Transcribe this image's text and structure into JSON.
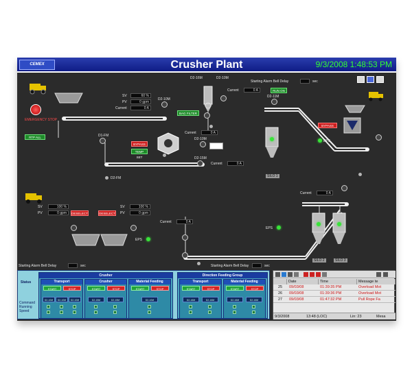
{
  "app": {
    "logo_text": "CEMEX",
    "title": "Crusher Plant",
    "clock": "9/3/2008 1:48:53 PM"
  },
  "top_icons": [
    "export-icon",
    "settings-icon",
    "print-icon"
  ],
  "crusher": {
    "emergency_label": "EMERGENCY STOP",
    "rtp_button": "RTP ALL",
    "sv_label": "SV",
    "pv_label": "PV",
    "current_label": "Current",
    "sv_value": "60 %",
    "pv_value": "0 gpm",
    "current_value": "0 A",
    "bypass_button": "BYPASS",
    "temp_button": "TEMP SET",
    "current2_value": "0 A",
    "tags": [
      "D2-10M",
      "D1-FM",
      "D2-10M",
      "D2-15M",
      "D2-FM",
      "D2-16M",
      "D2-10M",
      "D2-11M"
    ]
  },
  "silo_section": {
    "current_label": "Current",
    "current_value": "0 A",
    "running_button": "RUN ON",
    "bag_filter_button": "BAG FILTER",
    "bypass_button": "BYPASS",
    "eps_label": "EPS",
    "silo_labels": [
      "SILO 1",
      "SILO 2",
      "SILO 3"
    ],
    "alarm_delay_label": "Starting Alarm Bell Delay",
    "alarm_delay_unit": "sec"
  },
  "feeder": {
    "sv_value": "100 %",
    "pv_value": "0 gpm",
    "sv2_value": "100 %",
    "pv2_value": "0 gpm",
    "deselect_1": "DESELECT",
    "deselect_2": "DESELECT",
    "current_value": "0 A",
    "current_value2": "0 A",
    "eps_label": "EPS"
  },
  "status_panel": {
    "row_status": "Status",
    "row_command": "Command Running Speed",
    "group_crusher": "Crusher",
    "group_direction": "Direction Feeding Group",
    "sub_transport": "Transport",
    "sub_crusher": "Crusher",
    "sub_material": "Material Feeding",
    "sub_transport2": "Transport",
    "sub_material2": "Material Feeding",
    "start": "START",
    "stop": "STOP",
    "cells": [
      "D2-10M",
      "D2-10M",
      "D2-10M",
      "D2-15M",
      "D2-15M",
      "D2-10M",
      "D2-16M",
      "D2-16M",
      "D2-16M",
      "D2-16M"
    ]
  },
  "alarms": {
    "columns": [
      "Date",
      "Time",
      "Message te"
    ],
    "rows": [
      {
        "num": "25",
        "date": "09/03/08",
        "time": "01:39:35 PM",
        "msg": "Overload Mot"
      },
      {
        "num": "26",
        "date": "09/03/08",
        "time": "01:39:36 PM",
        "msg": "Overload Mot"
      },
      {
        "num": "27",
        "date": "09/03/08",
        "time": "01:47:32 PM",
        "msg": "Pull Rope Fa"
      }
    ],
    "footer_date": "9/3/2008",
    "footer_time": "13:48 (LOC)",
    "footer_lines": "Lin: 23",
    "footer_msg": "Mesa"
  },
  "colors": {
    "background": "#2b2b2b",
    "title_blue": "#1f2fa0",
    "clock_green": "#33ff33",
    "alarm_red": "#cc1f1f",
    "status_blue": "#4aa6c0"
  }
}
